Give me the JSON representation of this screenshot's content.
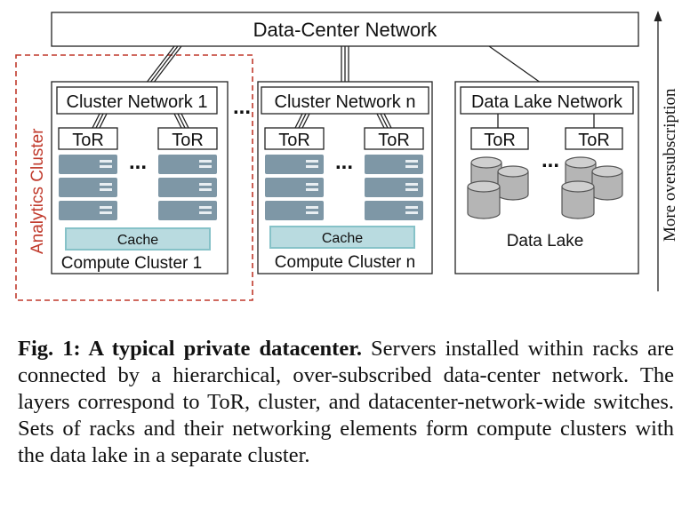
{
  "diagram": {
    "top_network": "Data-Center Network",
    "analytics_label": "Analytics Cluster",
    "oversubscription_label": "More oversubscription",
    "ellipsis": "...",
    "clusters": [
      {
        "network": "Cluster Network 1",
        "tor": [
          "ToR",
          "ToR"
        ],
        "cache": "Cache",
        "name": "Compute Cluster 1"
      },
      {
        "network": "Cluster Network n",
        "tor": [
          "ToR",
          "ToR"
        ],
        "cache": "Cache",
        "name": "Compute Cluster n"
      }
    ],
    "data_lake": {
      "network": "Data Lake Network",
      "tor": [
        "ToR",
        "ToR"
      ],
      "name": "Data Lake"
    },
    "colors": {
      "server": "#7e97a6",
      "cache": "#b9dbe0",
      "analytics_border": "#c0392b",
      "disk": "#b5b5b5"
    }
  },
  "caption": {
    "lead": "Fig. 1: A typical private datacenter.",
    "body": "Servers installed within racks are connected by a hierarchical, over-subscribed data-center network. The layers correspond to ToR, cluster, and datacenter-network-wide switches. Sets of racks and their networking elements form compute clusters with the data lake in a separate cluster."
  }
}
